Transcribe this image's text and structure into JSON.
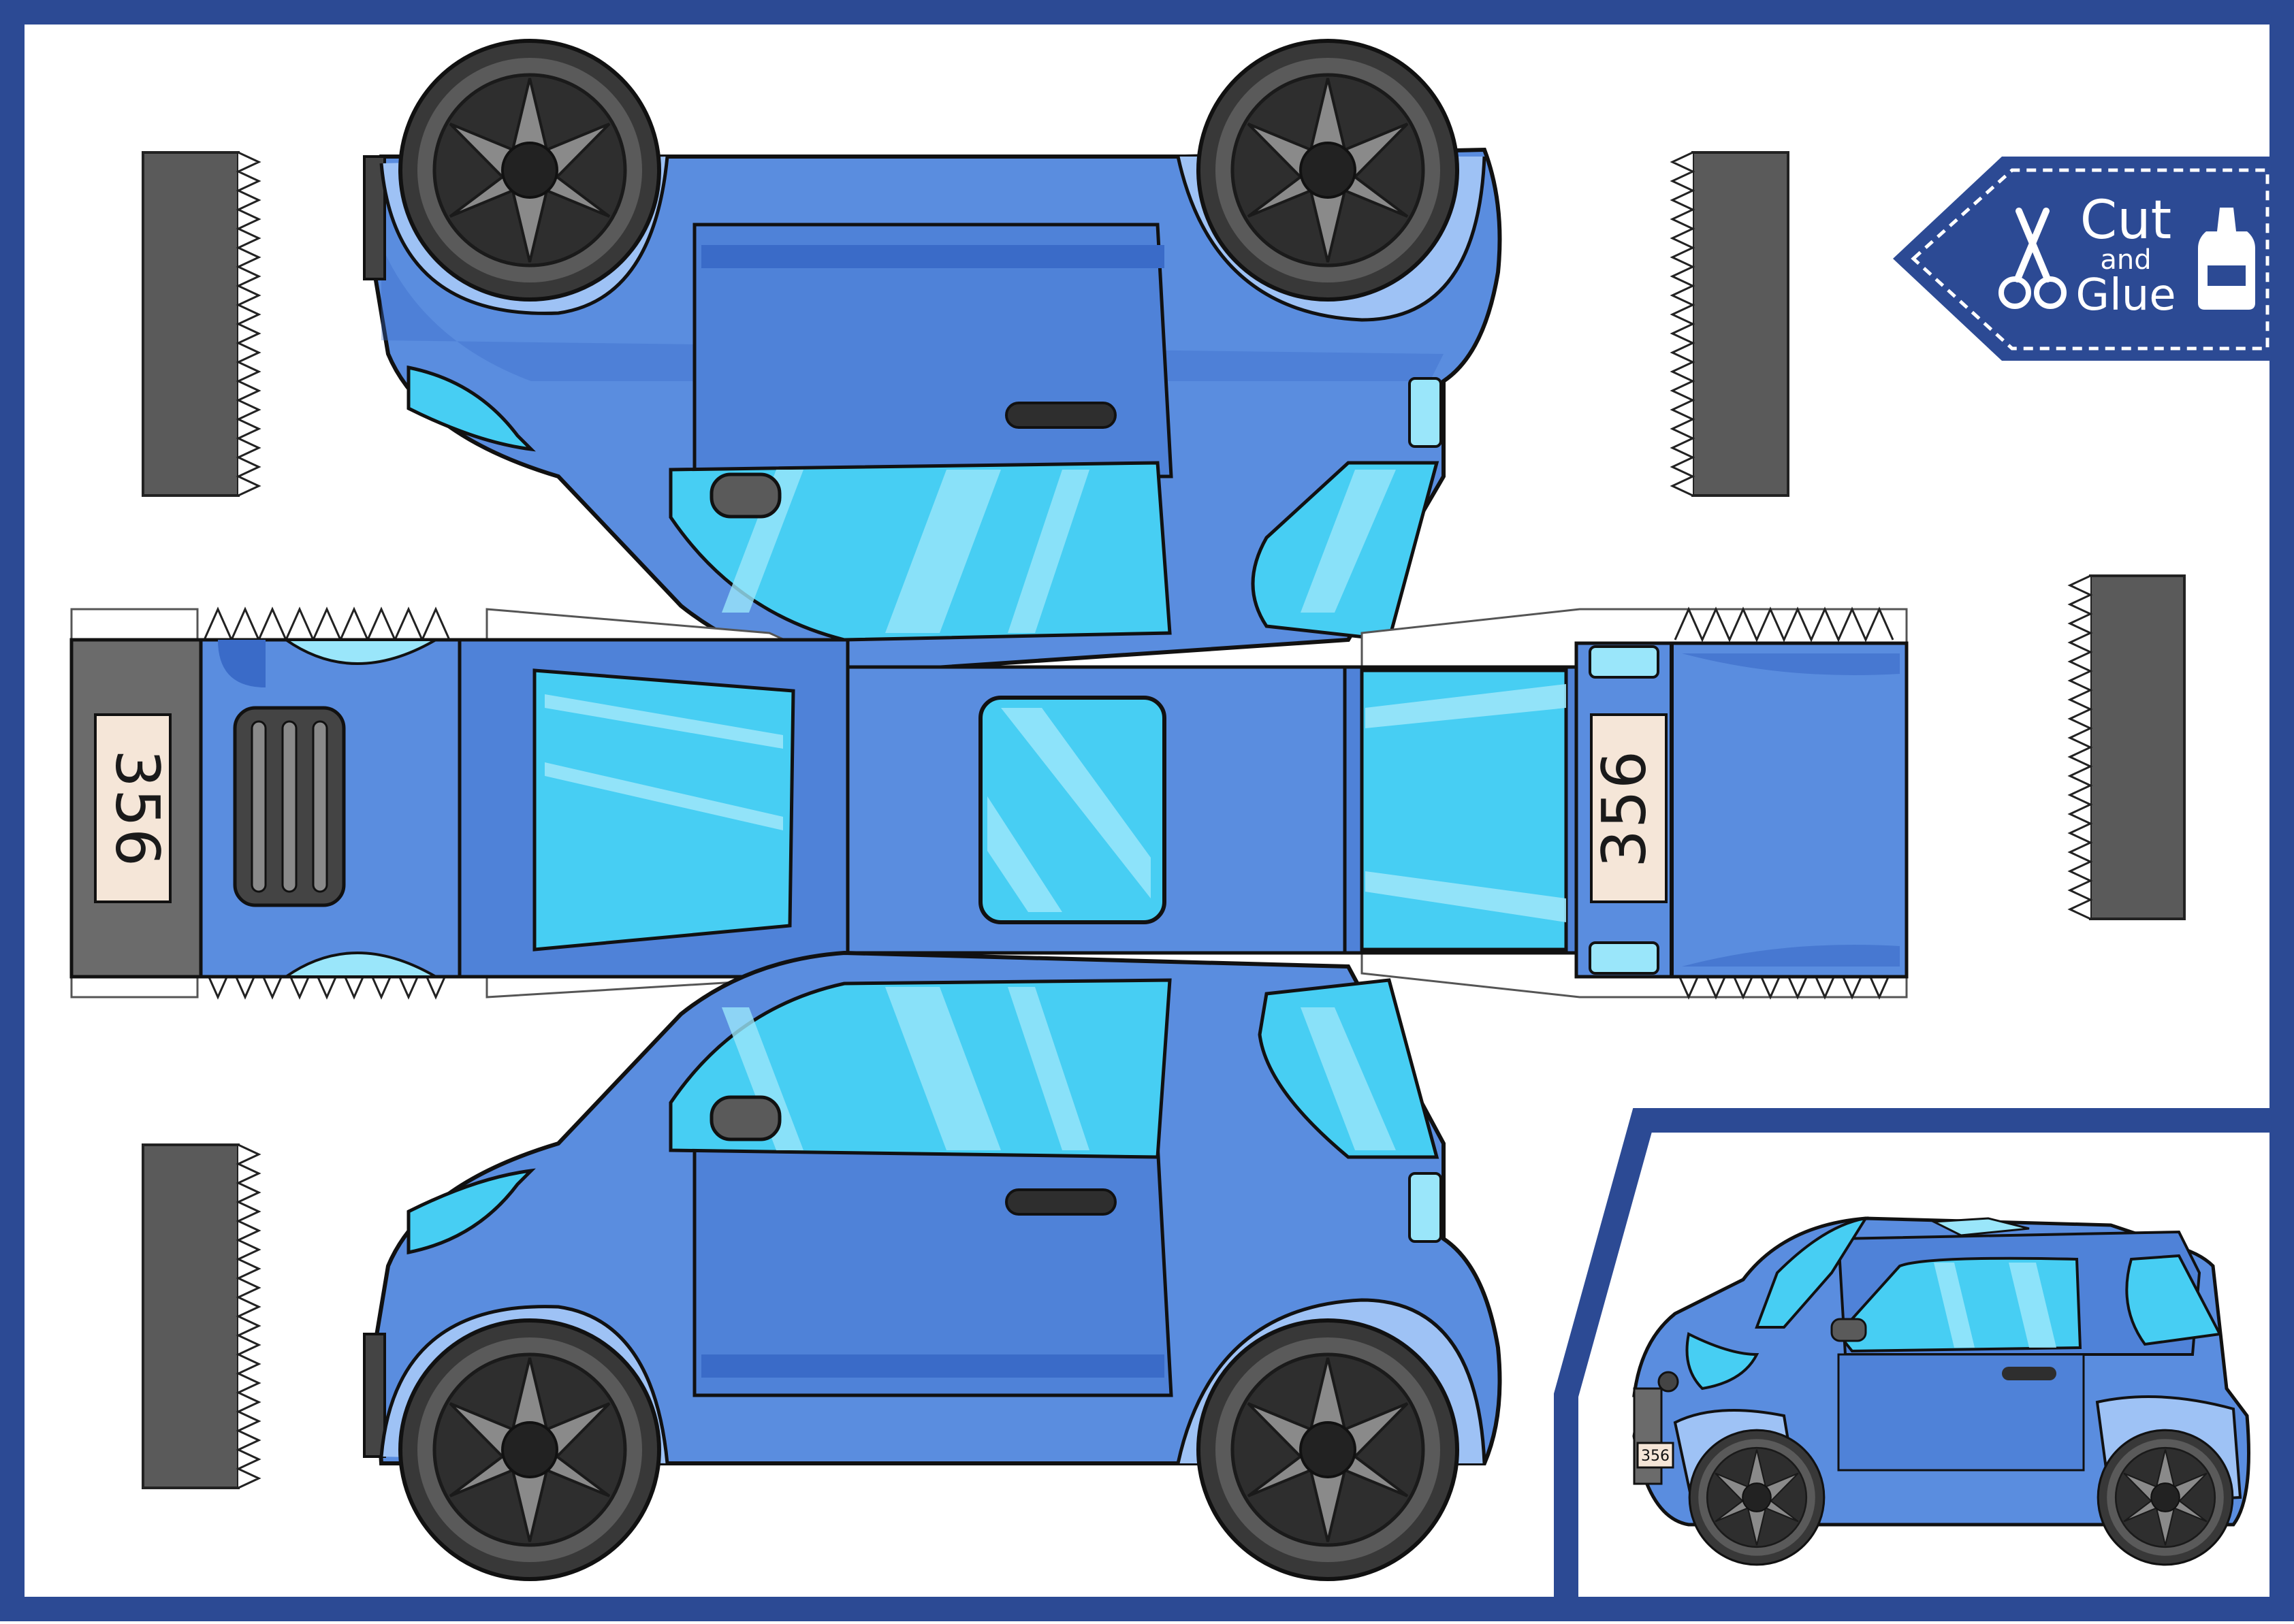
{
  "plate_number": "356",
  "badge": {
    "cut_label": "Cut",
    "and_label": "and",
    "glue_label": "Glue"
  },
  "colors": {
    "frame": "#2c4a94",
    "body_blue": "#5a8ddf",
    "body_dark": "#3a6bc8",
    "body_light": "#9ec2f5",
    "glass": "#47cef3",
    "glass_light": "#9ae6fa",
    "tire": "#383838",
    "rim": "#8a8a8a",
    "tab_gray": "#5a5a5a",
    "plate_bg": "#f5e6d8"
  },
  "icons": [
    "scissors-icon",
    "glue-bottle-icon"
  ]
}
